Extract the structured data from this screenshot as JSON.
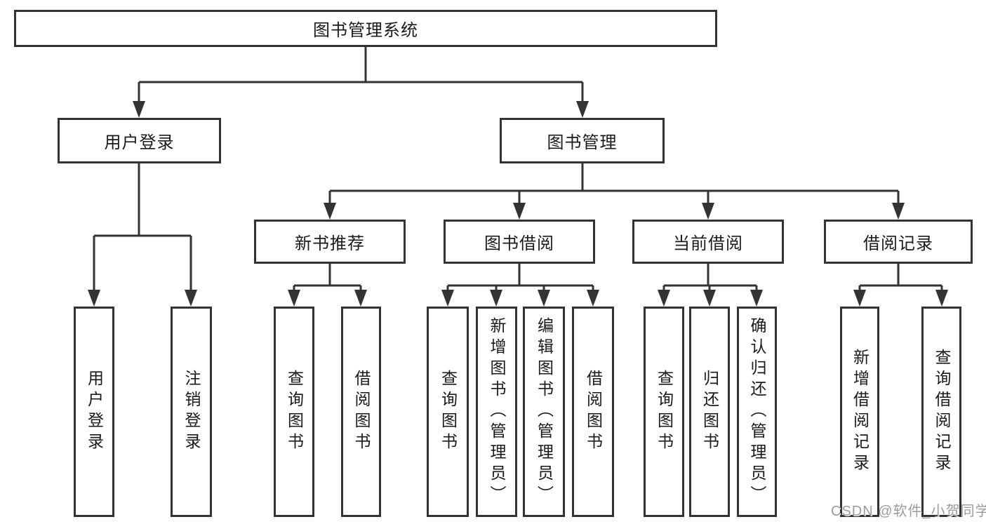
{
  "diagram": {
    "watermark": "CSDN @软件_小贺同学",
    "colors": {
      "line": "#333333",
      "text": "#1a1a1a",
      "background": "#ffffff",
      "watermark": "#9c9c9c"
    },
    "nodes": {
      "root": {
        "label": "图书管理系统"
      },
      "user_login_branch": {
        "label": "用户登录",
        "leaves": [
          {
            "label": "用户登录"
          },
          {
            "label": "注销登录"
          }
        ]
      },
      "book_mgmt_branch": {
        "label": "图书管理",
        "children": [
          {
            "label": "新书推荐",
            "leaves": [
              {
                "label": "查询图书"
              },
              {
                "label": "借阅图书"
              }
            ]
          },
          {
            "label": "图书借阅",
            "leaves": [
              {
                "label": "查询图书"
              },
              {
                "label": "新增图书（管理员）"
              },
              {
                "label": "编辑图书（管理员）"
              },
              {
                "label": "借阅图书"
              }
            ]
          },
          {
            "label": "当前借阅",
            "leaves": [
              {
                "label": "查询图书"
              },
              {
                "label": "归还图书"
              },
              {
                "label": "确认归还（管理员）"
              }
            ]
          },
          {
            "label": "借阅记录",
            "leaves": [
              {
                "label": "新增借阅记录"
              },
              {
                "label": "查询借阅记录"
              }
            ]
          }
        ]
      }
    }
  }
}
